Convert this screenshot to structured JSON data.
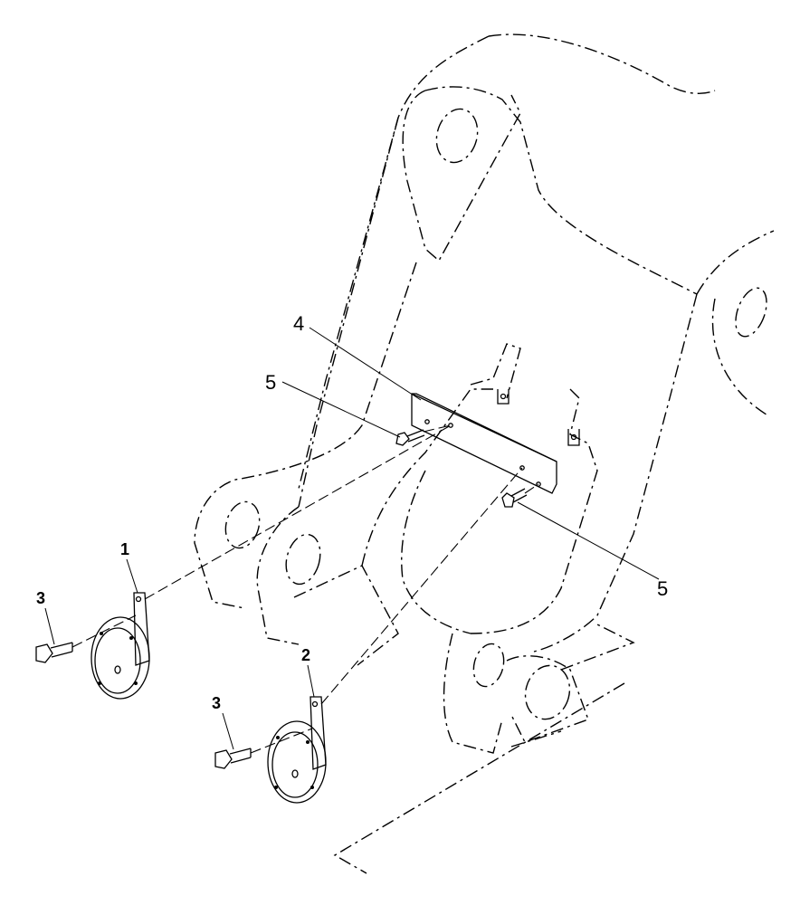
{
  "callouts": {
    "horn_1": "1",
    "horn_2": "2",
    "bolt_3_upper": "3",
    "bolt_3_lower": "3",
    "bracket_4": "4",
    "bolt_5_left": "5",
    "bolt_5_right": "5"
  },
  "colors": {
    "ink": "#000000",
    "paper": "#ffffff"
  }
}
